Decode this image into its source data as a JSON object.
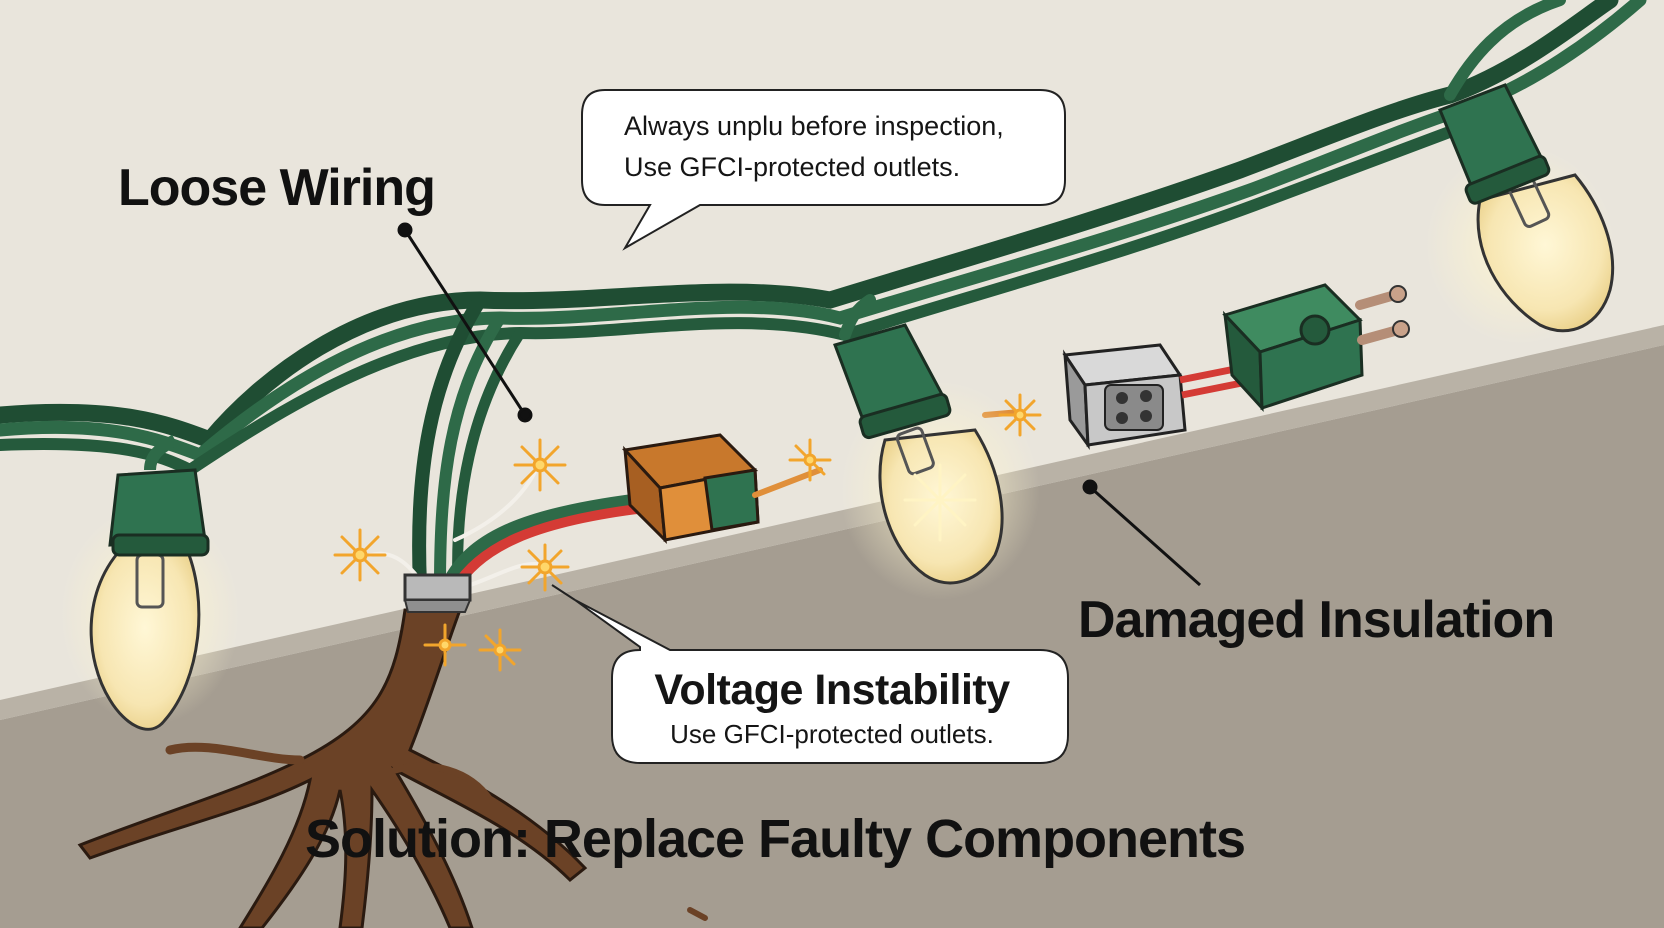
{
  "labels": {
    "loose_wiring": "Loose Wiring",
    "damaged_insulation": "Damaged Insulation",
    "solution": "Solution: Replace Faulty Components"
  },
  "tip_bubble": {
    "line1": "Always unplu before inspection,",
    "line2": "Use GFCI-protected outlets."
  },
  "voltage_bubble": {
    "title": "Voltage Instability",
    "subtitle": "Use GFCI-protected outlets."
  },
  "colors": {
    "background_upper": "#e9e5dc",
    "background_lower": "#a59d91",
    "cord_green": "#2e6a48",
    "socket_green": "#2f7350",
    "bulb_glow": "#f7e6b2",
    "wire_red": "#d43b35",
    "root_brown": "#6b4226",
    "spark_orange": "#f2a52c"
  }
}
